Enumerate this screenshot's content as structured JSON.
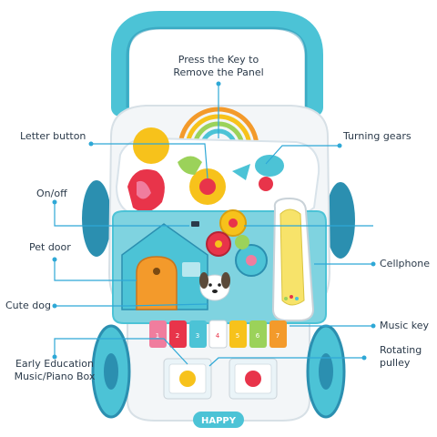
{
  "product": {
    "brand_plate": "HAPPY",
    "keypad_numbers": [
      "1",
      "2",
      "3",
      "4",
      "5",
      "6",
      "7"
    ]
  },
  "callouts": {
    "press_key": {
      "line1": "Press the Key to",
      "line2": "Remove the Panel"
    },
    "letter_button": "Letter button",
    "turning_gears": "Turning gears",
    "on_off": "On/off",
    "pet_door": "Pet door",
    "cellphone": "Cellphone",
    "cute_dog": "Cute dog",
    "music_key": "Music key",
    "early_education": {
      "line1": "Early Education",
      "line2": "Music/Piano Box"
    },
    "rotating_pulley": {
      "line1": "Rotating",
      "line2": "pulley"
    }
  },
  "colors": {
    "accent_line": "#2ea8d6",
    "teal": "#4cc3d6",
    "teal_dark": "#2b8fb0",
    "white_body": "#f3f6f8",
    "red": "#e8344a",
    "yellow": "#f7c21b",
    "green": "#9bd25a",
    "orange": "#f39a2b",
    "pink": "#f07d9e",
    "purple": "#8f6cc9"
  }
}
